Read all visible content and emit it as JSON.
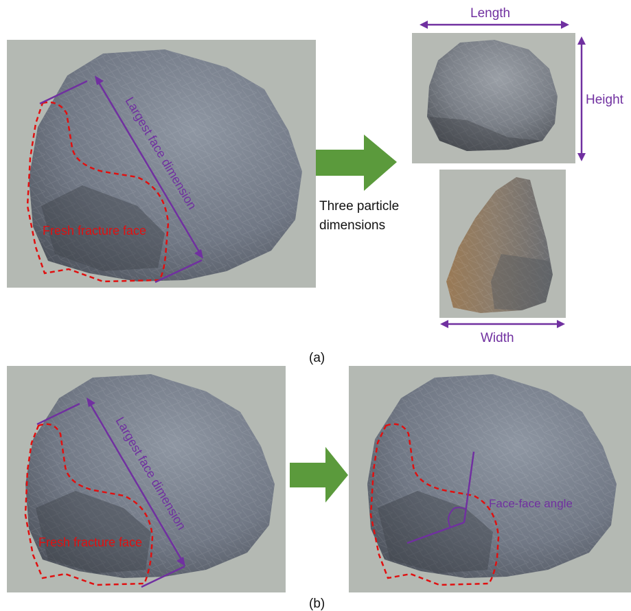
{
  "figure": {
    "panel_a": {
      "caption": "(a)",
      "face_dimension_label": "Largest face dimension",
      "fracture_label": "Fresh fracture face",
      "step_label_line1": "Three particle",
      "step_label_line2": "dimensions",
      "length_label": "Length",
      "height_label": "Height",
      "width_label": "Width"
    },
    "panel_b": {
      "caption": "(b)",
      "face_dimension_label": "Largest face dimension",
      "fracture_label": "Fresh fracture face",
      "angle_label": "Face-face angle"
    },
    "colors": {
      "annotation_purple": "#7030a0",
      "fracture_red": "#e01010",
      "arrow_green": "#5b9a3c",
      "rock_gray": "#7a7f86",
      "photo_bg": "#b3b8b2"
    },
    "icons": [
      "rock-image",
      "green-arrow-icon",
      "double-arrow-icon"
    ]
  }
}
